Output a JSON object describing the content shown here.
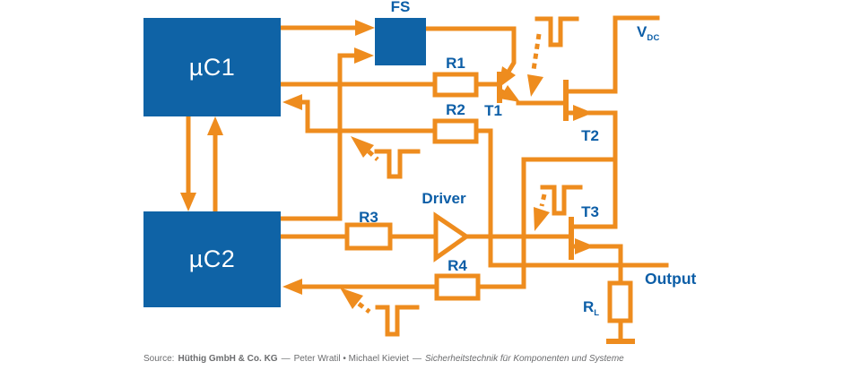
{
  "colors": {
    "orange": "#EE8C1E",
    "blue": "#0F63A6",
    "blueText": "#0C5EA7",
    "gray": "#6B6C6E",
    "bg": "#FFFFFF"
  },
  "blocks": {
    "uc1": "µC1",
    "uc2": "µC2"
  },
  "labels": {
    "fs": "FS",
    "r1": "R1",
    "r2": "R2",
    "r3": "R3",
    "r4": "R4",
    "t1": "T1",
    "t2": "T2",
    "t3": "T3",
    "driver": "Driver",
    "output": "Output",
    "vdc_base": "V",
    "vdc_sub": "DC",
    "rl_base": "R",
    "rl_sub": "L"
  },
  "source_line": {
    "prefix": "Source:",
    "publisher": "Hüthig GmbH & Co. KG",
    "sep1": "—",
    "authors": "Peter Wratil • Michael Kieviet",
    "sep2": "—",
    "work": "Sicherheitstechnik für Komponenten und Systeme"
  }
}
